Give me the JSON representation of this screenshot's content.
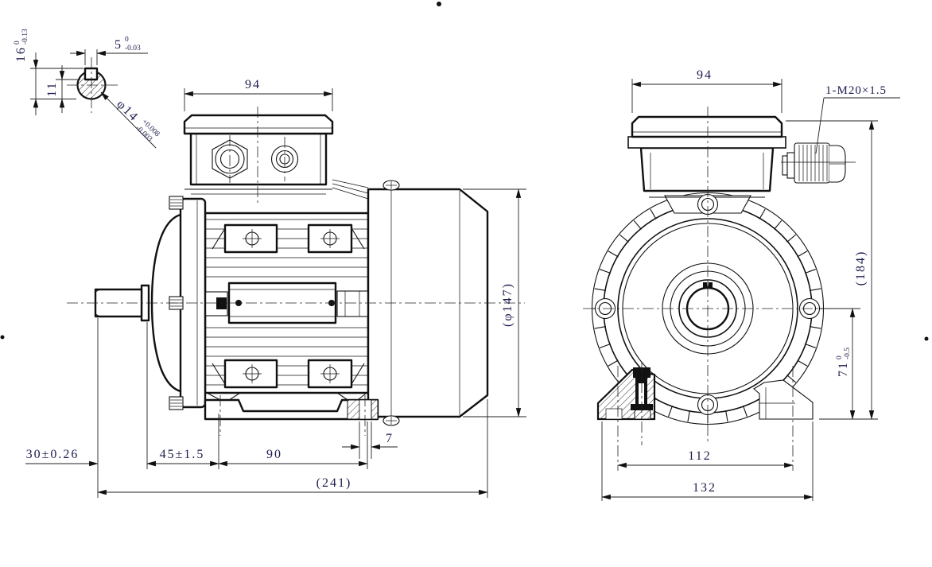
{
  "colors": {
    "line": "#111111",
    "text": "#1c1c4e",
    "background": "#ffffff"
  },
  "detail": {
    "height_over_key": {
      "main": "16",
      "upper": "0",
      "lower": "-0.13"
    },
    "key_width": {
      "main": "5",
      "upper": "0",
      "lower": "-0.03"
    },
    "depth_dim": "11",
    "shaft_dia": {
      "main": "φ14",
      "upper": "+0.008",
      "lower": "-0.003"
    }
  },
  "side_view": {
    "box_width": "94",
    "fan_cover_dia": "(φ147)",
    "shaft_extension": "30±0.26",
    "shoulder_to_foot_hole": "45±1.5",
    "foot_hole_spacing": "90",
    "foot_slot_width": "7",
    "overall_length": "(241)"
  },
  "end_view": {
    "box_width": "94",
    "cable_gland": "1-M20×1.5",
    "overall_height": "(184)",
    "centre_height": {
      "main": "71",
      "upper": "0",
      "lower": "-0.5"
    },
    "foot_hole_spacing": "112",
    "foot_width": "132"
  }
}
